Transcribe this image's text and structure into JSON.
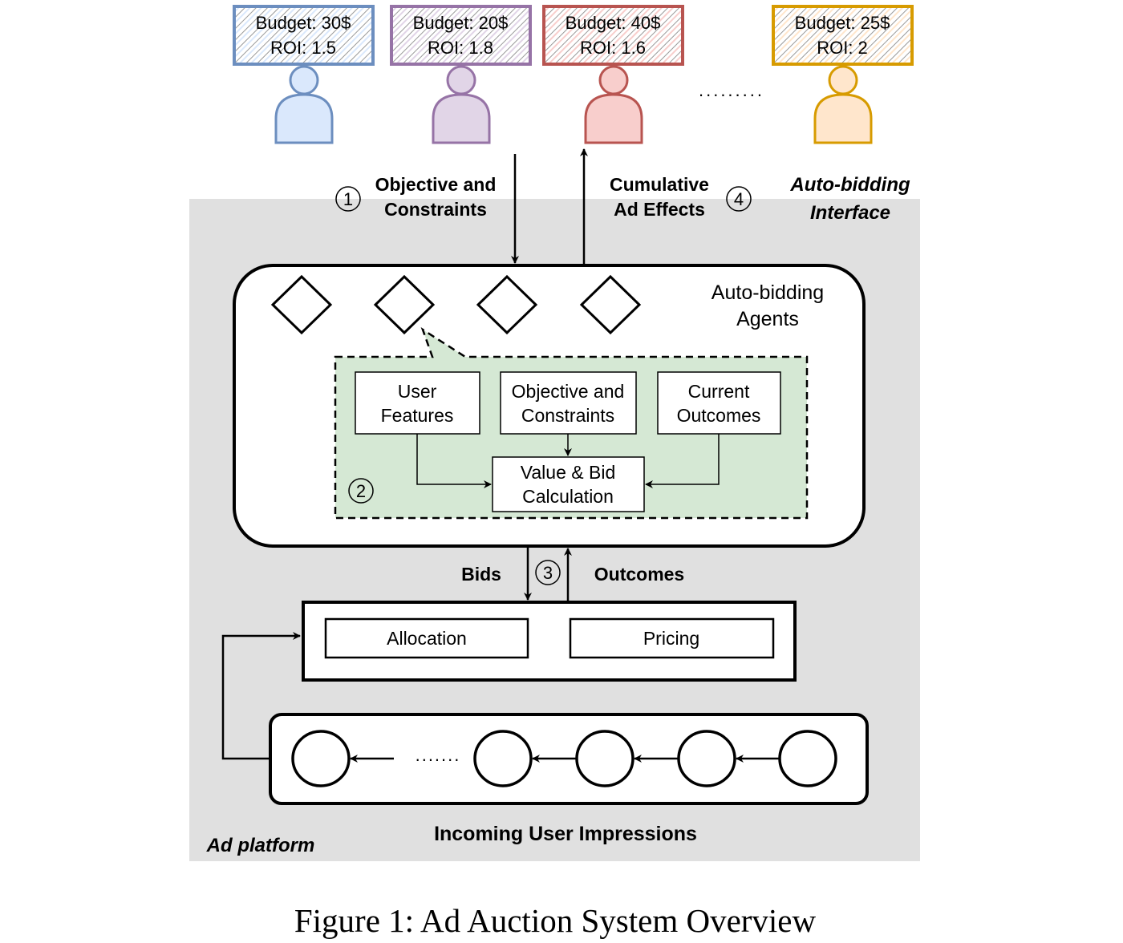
{
  "advertisers": [
    {
      "budget": "Budget: 30$",
      "roi": "ROI: 1.5",
      "stroke": "#6c8ebf",
      "fill": "#dae8fc"
    },
    {
      "budget": "Budget: 20$",
      "roi": "ROI: 1.8",
      "stroke": "#9673a6",
      "fill": "#e1d5e7"
    },
    {
      "budget": "Budget: 40$",
      "roi": "ROI: 1.6",
      "stroke": "#b85450",
      "fill": "#f8cecc"
    },
    {
      "budget": "Budget: 25$",
      "roi": "ROI: 2",
      "stroke": "#d79b00",
      "fill": "#ffe6cc"
    }
  ],
  "ellipsis_top": ".........",
  "step1": {
    "num": "1",
    "line1": "Objective and",
    "line2": "Constraints"
  },
  "step4": {
    "num": "4",
    "line1": "Cumulative",
    "line2": "Ad Effects"
  },
  "interface_label": {
    "line1": "Auto-bidding",
    "line2": "Interface"
  },
  "agents_label": {
    "line1": "Auto-bidding",
    "line2": "Agents"
  },
  "agent_detail": {
    "step_num": "2",
    "user_features": {
      "line1": "User",
      "line2": "Features"
    },
    "objective": {
      "line1": "Objective and",
      "line2": "Constraints"
    },
    "current_outcomes": {
      "line1": "Current",
      "line2": "Outcomes"
    },
    "value_bid": {
      "line1": "Value & Bid",
      "line2": "Calculation"
    }
  },
  "step3": {
    "num": "3",
    "bids": "Bids",
    "outcomes": "Outcomes"
  },
  "auction": {
    "allocation": "Allocation",
    "pricing": "Pricing"
  },
  "impressions": {
    "ellipsis": ".......",
    "label": "Incoming User Impressions"
  },
  "platform_label": "Ad platform",
  "caption": "Figure 1: Ad Auction System Overview",
  "colors": {
    "platform_bg": "#e0e0e0",
    "agent_detail_bg": "#d5e8d4"
  }
}
